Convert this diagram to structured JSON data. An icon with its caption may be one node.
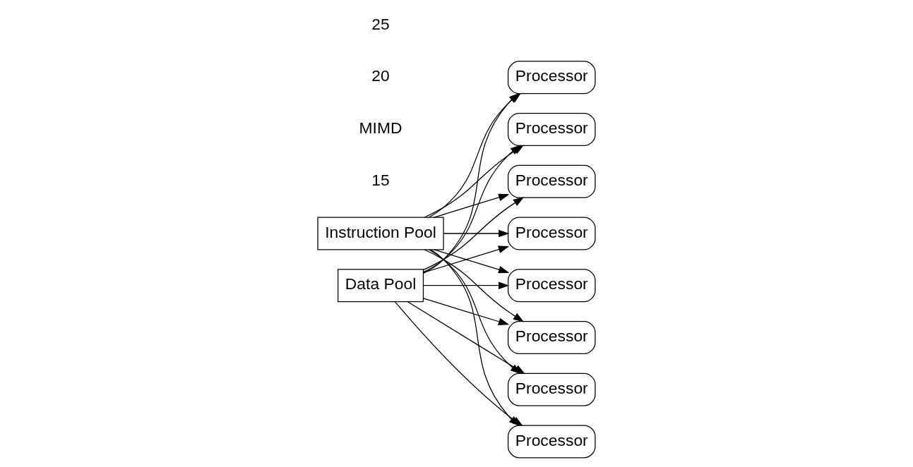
{
  "diagram": {
    "nodes": [
      {
        "text": [
          "Instruction Pool"
        ]
      },
      {
        "text": [
          "Data Pool"
        ]
      },
      {
        "text": [
          "Processor"
        ]
      },
      {
        "text": [
          "Processor"
        ]
      },
      {
        "text": [
          "Processor"
        ]
      },
      {
        "text": [
          "Processor"
        ]
      },
      {
        "text": [
          "Processor"
        ]
      },
      {
        "text": [
          "Processor"
        ]
      },
      {
        "text": [
          "Processor"
        ]
      },
      {
        "text": [
          "Processor"
        ]
      }
    ],
    "edges": [
      {
        "from": 0,
        "to": 2,
        "arrow": "to"
      },
      {
        "from": 0,
        "to": 3,
        "arrow": "to"
      },
      {
        "from": 0,
        "to": 4,
        "arrow": "to"
      },
      {
        "from": 0,
        "to": 5,
        "arrow": "to"
      },
      {
        "from": 0,
        "to": 6,
        "arrow": "to"
      },
      {
        "from": 0,
        "to": 7,
        "arrow": "to"
      },
      {
        "from": 0,
        "to": 8,
        "arrow": "to"
      },
      {
        "from": 0,
        "to": 9,
        "arrow": "to"
      },
      {
        "from": 1,
        "to": 2,
        "arrow": "to"
      },
      {
        "from": 1,
        "to": 3,
        "arrow": "to"
      },
      {
        "from": 1,
        "to": 4,
        "arrow": "to"
      },
      {
        "from": 1,
        "to": 5,
        "arrow": "to"
      },
      {
        "from": 1,
        "to": 6,
        "arrow": "to"
      },
      {
        "from": 1,
        "to": 7,
        "arrow": "to"
      },
      {
        "from": 1,
        "to": 8,
        "arrow": "to"
      },
      {
        "from": 1,
        "to": 9,
        "arrow": "to"
      }
    ],
    "labels": [
      "15",
      "MIMD",
      "20",
      "25"
    ]
  }
}
